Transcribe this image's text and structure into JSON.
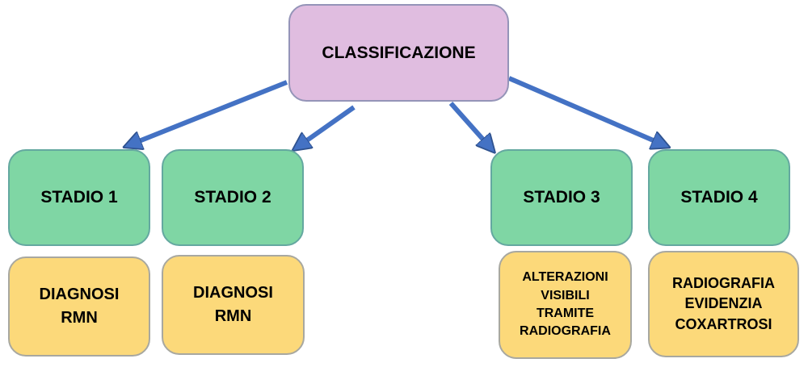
{
  "root": {
    "label": "CLASSIFICAZIONE"
  },
  "stages": [
    {
      "label": "STADIO 1",
      "detail": [
        "DIAGNOSI",
        "RMN"
      ]
    },
    {
      "label": "STADIO 2",
      "detail": [
        "DIAGNOSI",
        "RMN"
      ]
    },
    {
      "label": "STADIO 3",
      "detail": [
        "ALTERAZIONI",
        "VISIBILI",
        "TRAMITE",
        "RADIOGRAFIA"
      ]
    },
    {
      "label": "STADIO 4",
      "detail": [
        "RADIOGRAFIA",
        "EVIDENZIA",
        "COXARTROSI"
      ]
    }
  ],
  "colors": {
    "root": "#e0bde0",
    "stage": "#7fd6a4",
    "detail": "#fcd97a",
    "arrow": "#4472c4"
  }
}
